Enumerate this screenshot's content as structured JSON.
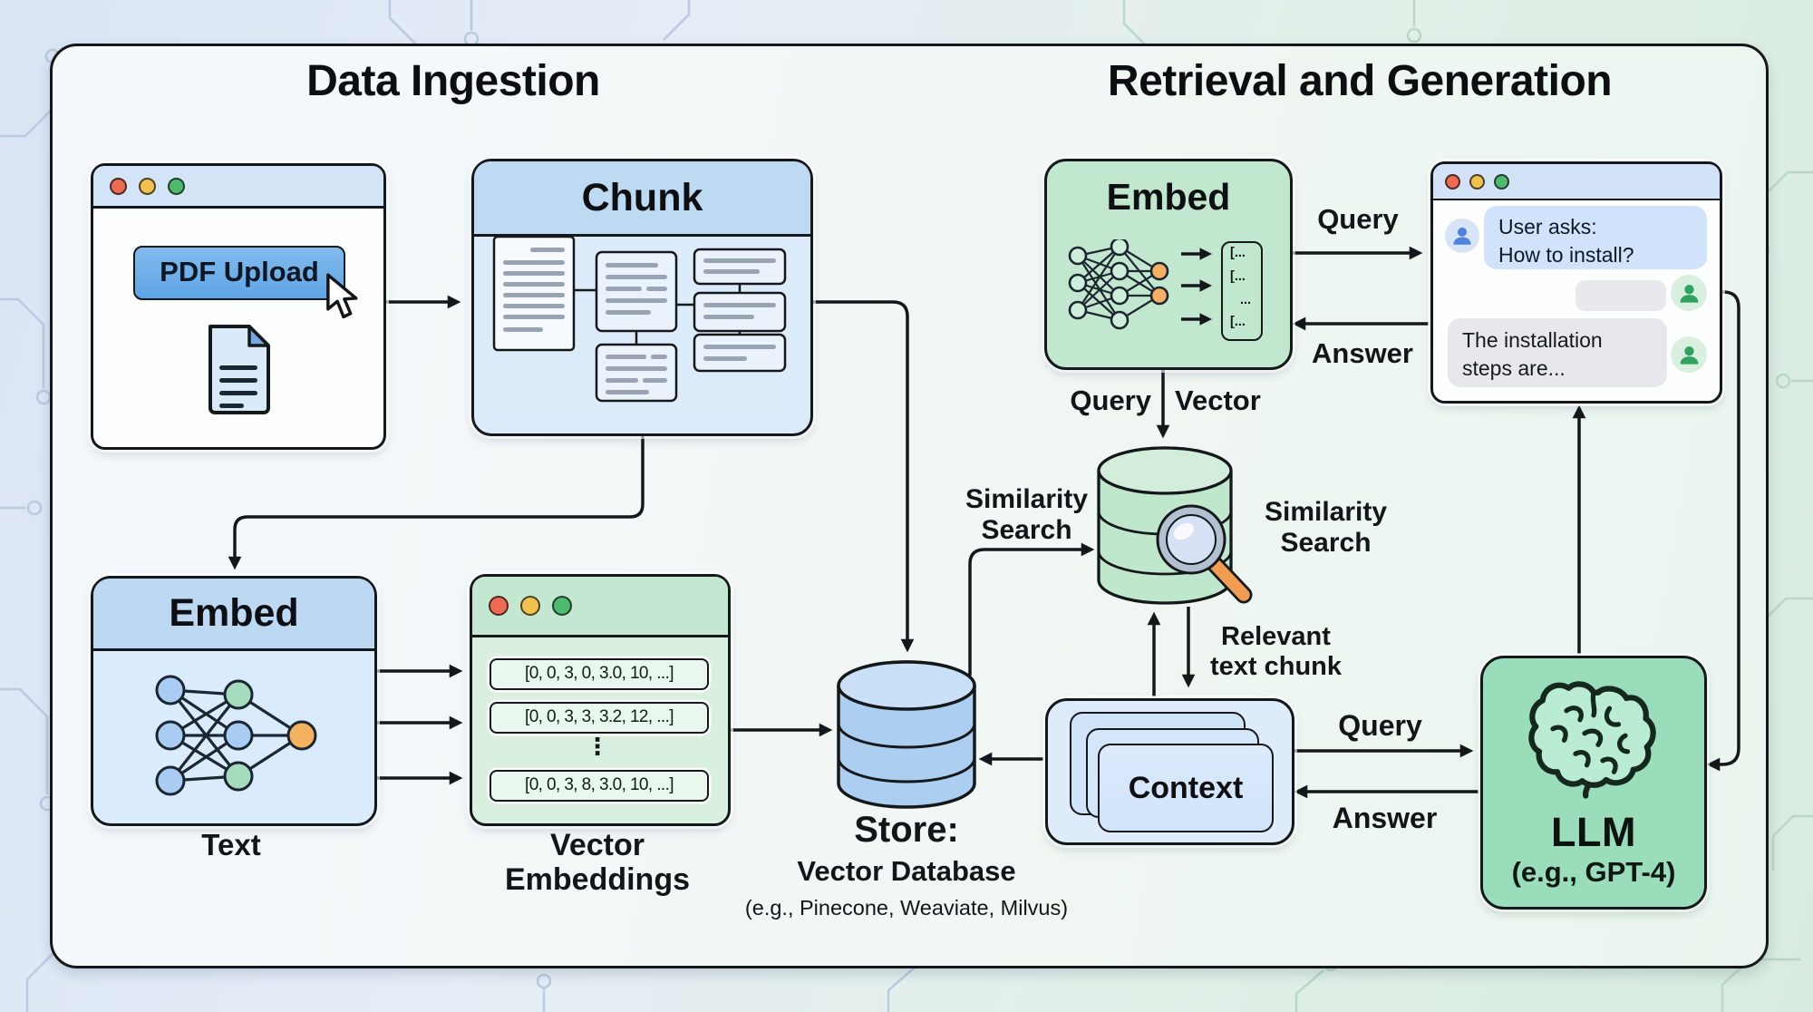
{
  "section_titles": {
    "left": "Data Ingestion",
    "right": "Retrieval and Generation"
  },
  "pdf_window": {
    "button_label": "PDF Upload"
  },
  "chunk_box": {
    "title": "Chunk"
  },
  "embed_left": {
    "title": "Embed",
    "caption": "Text"
  },
  "vector_embeddings": {
    "rows": [
      "[0, 0, 3, 0, 3.0, 10, ...]",
      "[0, 0, 3, 3, 3.2, 12, ...]",
      "[0, 0, 3, 8, 3.0, 10, ...]"
    ],
    "ellipsis": "⋮",
    "caption": "Vector\nEmbeddings"
  },
  "store": {
    "title": "Store:",
    "subtitle": "Vector Database",
    "examples": "(e.g., Pinecone, Weaviate, Milvus)"
  },
  "embed_right": {
    "title": "Embed",
    "vector_rows": [
      "[...",
      "[...",
      "...",
      "[..."
    ]
  },
  "flow_labels": {
    "query_top": "Query",
    "answer_top": "Answer",
    "query_vector_left": "Query",
    "query_vector_right": "Vector",
    "similarity_search_left": "Similarity\nSearch",
    "similarity_search_right": "Similarity\nSearch",
    "relevant_text_chunk": "Relevant\ntext chunk",
    "query_bottom": "Query",
    "answer_bottom": "Answer"
  },
  "chat_window": {
    "user_message": "User asks:\nHow to install?",
    "assistant_message": "The installation\nsteps are..."
  },
  "context_box": {
    "title": "Context"
  },
  "llm_box": {
    "title": "LLM",
    "subtitle": "(e.g., GPT-4)"
  },
  "palette": {
    "blue_header": "#bed9f2",
    "blue_body": "#dcebfa",
    "green_header": "#c3e7d0",
    "green_body": "#d9f0e1",
    "llm_green": "#99ddbb",
    "db_blue": "#abcef1",
    "db_green": "#bfe7cc",
    "button_blue": "#6fb0e9",
    "traffic_red": "#ee6a50",
    "traffic_yellow": "#f2c04d",
    "traffic_green": "#4cb96f",
    "magnifier_handle": "#f09c53"
  }
}
